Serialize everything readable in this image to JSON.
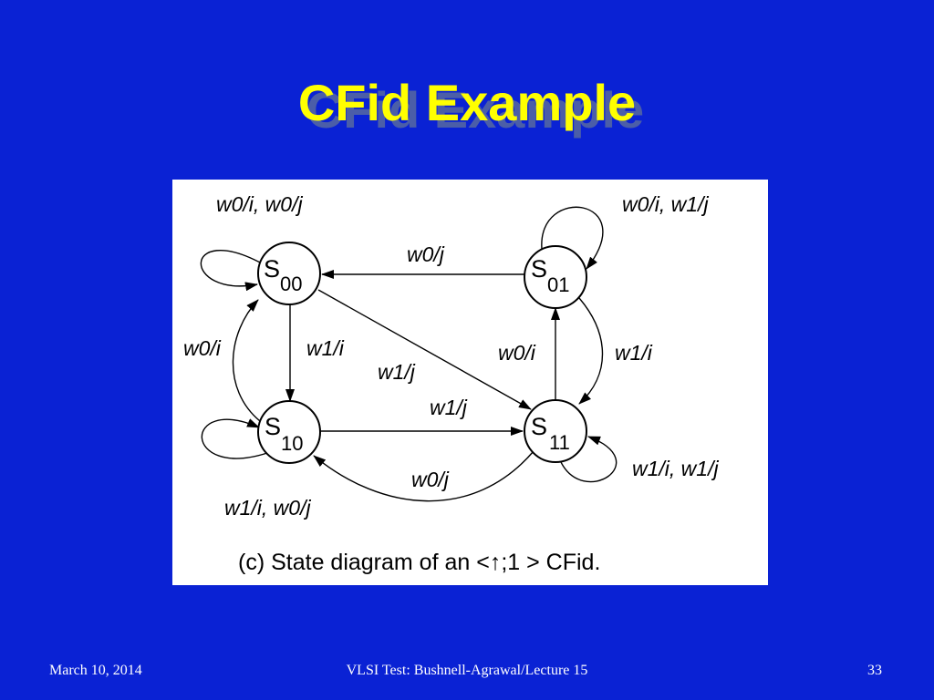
{
  "slide": {
    "title": "CFid Example",
    "background_color": "#0a22d4",
    "title_color": "#ffff00"
  },
  "diagram": {
    "states": [
      {
        "name": "S",
        "subscript": "00"
      },
      {
        "name": "S",
        "subscript": "01"
      },
      {
        "name": "S",
        "subscript": "10"
      },
      {
        "name": "S",
        "subscript": "11"
      }
    ],
    "edge_labels": {
      "s00_self": "w0/i, w0/j",
      "s01_self": "w0/i, w1/j",
      "s10_self": "w1/i, w0/j",
      "s11_self": "w1/i, w1/j",
      "s01_to_s00": "w0/j",
      "s00_to_s10": "w1/i",
      "s10_to_s00": "w0/i",
      "s00_to_s11": "w1/j",
      "s10_to_s11": "w1/j",
      "s11_to_s10": "w0/j",
      "s11_to_s01": "w0/i",
      "s01_to_s11": "w1/i"
    },
    "caption": "(c) State diagram of an <↑;1 >  CFid."
  },
  "footer": {
    "date": "March 10, 2014",
    "course": "VLSI Test: Bushnell-Agrawal/Lecture 15",
    "page_number": "33"
  }
}
